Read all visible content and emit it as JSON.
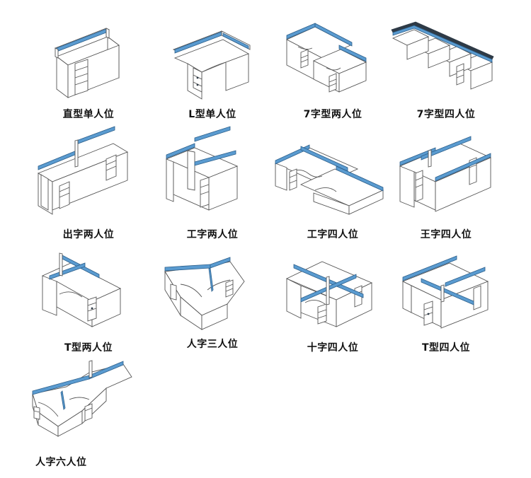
{
  "accent_color": "#5a9bd0",
  "items": [
    {
      "label": "直型单人位",
      "icon": "straight-single-desk-icon"
    },
    {
      "label": "L型单人位",
      "icon": "l-shape-single-desk-icon"
    },
    {
      "label": "7字型两人位",
      "icon": "seven-shape-two-desk-icon"
    },
    {
      "label": "7字型四人位",
      "icon": "seven-shape-four-desk-icon"
    },
    {
      "label": "出字两人位",
      "icon": "chu-shape-two-desk-icon"
    },
    {
      "label": "工字两人位",
      "icon": "gong-shape-two-desk-icon"
    },
    {
      "label": "工字四人位",
      "icon": "gong-shape-four-desk-icon"
    },
    {
      "label": "王字四人位",
      "icon": "wang-shape-four-desk-icon"
    },
    {
      "label": "T型两人位",
      "icon": "t-shape-two-desk-icon"
    },
    {
      "label": "人字三人位",
      "icon": "y-shape-three-desk-icon"
    },
    {
      "label": "十字四人位",
      "icon": "cross-shape-four-desk-icon"
    },
    {
      "label": "T型四人位",
      "icon": "t-shape-four-desk-icon"
    },
    {
      "label": "人字六人位",
      "icon": "y-shape-six-desk-icon"
    }
  ]
}
